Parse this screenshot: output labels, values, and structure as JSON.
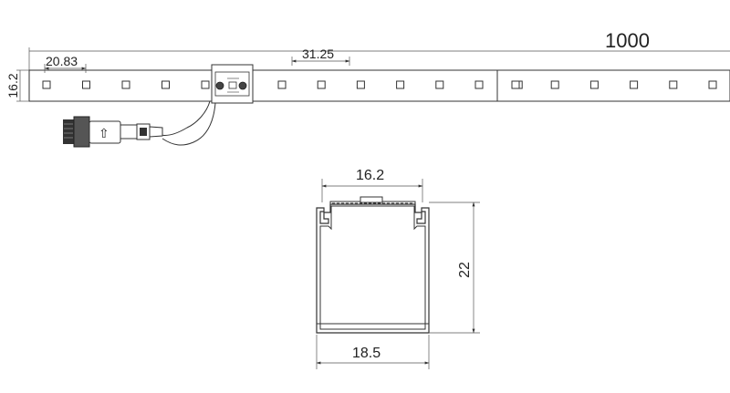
{
  "drawing": {
    "strip": {
      "length_label": "1000",
      "height_label": "16.2",
      "led_pitch_label": "20.83",
      "group_pitch_label": "31.25",
      "led_count_left": 5,
      "led_count_middle": 7,
      "led_count_right": 6
    },
    "section": {
      "top_width_label": "16.2",
      "height_label": "22",
      "bottom_width_label": "18.5"
    },
    "connector": {
      "arrow_glyph": "⇧"
    }
  }
}
